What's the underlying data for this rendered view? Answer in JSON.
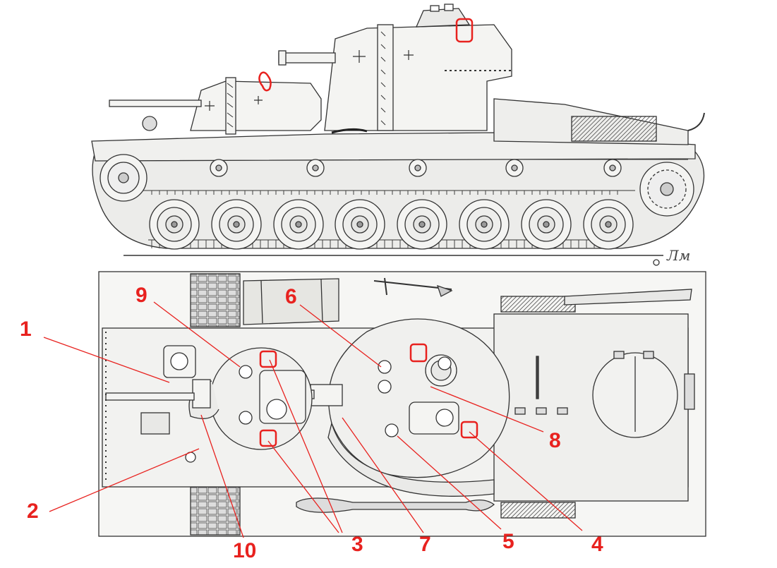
{
  "diagram": {
    "callouts": [
      {
        "id": "1",
        "label": "1"
      },
      {
        "id": "2",
        "label": "2"
      },
      {
        "id": "3",
        "label": "3"
      },
      {
        "id": "4",
        "label": "4"
      },
      {
        "id": "5",
        "label": "5"
      },
      {
        "id": "6",
        "label": "6"
      },
      {
        "id": "7",
        "label": "7"
      },
      {
        "id": "8",
        "label": "8"
      },
      {
        "id": "9",
        "label": "9"
      },
      {
        "id": "10",
        "label": "10"
      }
    ],
    "signature": "Лм"
  },
  "colors": {
    "line": "#333333",
    "fill": "#f4f4f2",
    "shade": "#d8d8d4",
    "accent": "#e8221f"
  }
}
